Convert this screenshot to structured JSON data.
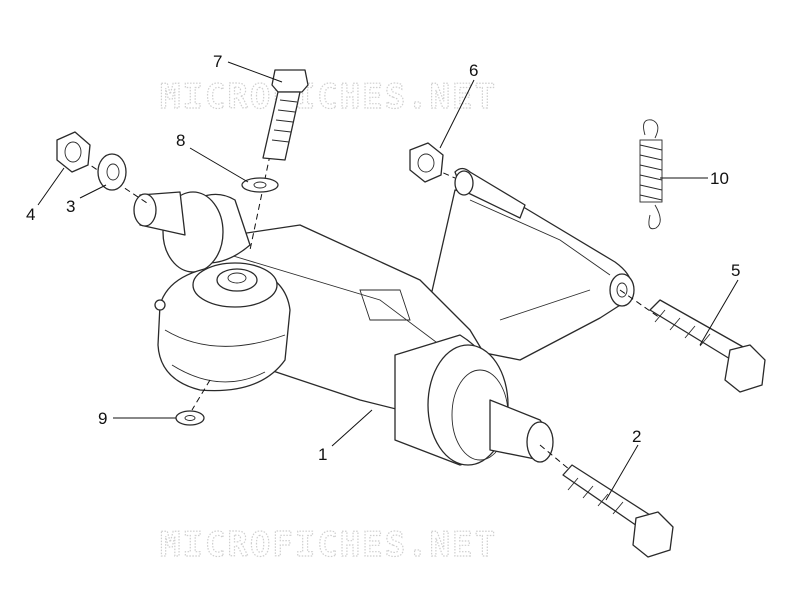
{
  "watermark": {
    "text": "MICROFICHES.NET"
  },
  "callouts": {
    "c1": "1",
    "c2": "2",
    "c3": "3",
    "c4": "4",
    "c5": "5",
    "c6": "6",
    "c7": "7",
    "c8": "8",
    "c9": "9",
    "c10": "10"
  },
  "colors": {
    "line": "#2a2a2a",
    "watermark": "#cfcfcf",
    "background": "#ffffff"
  }
}
